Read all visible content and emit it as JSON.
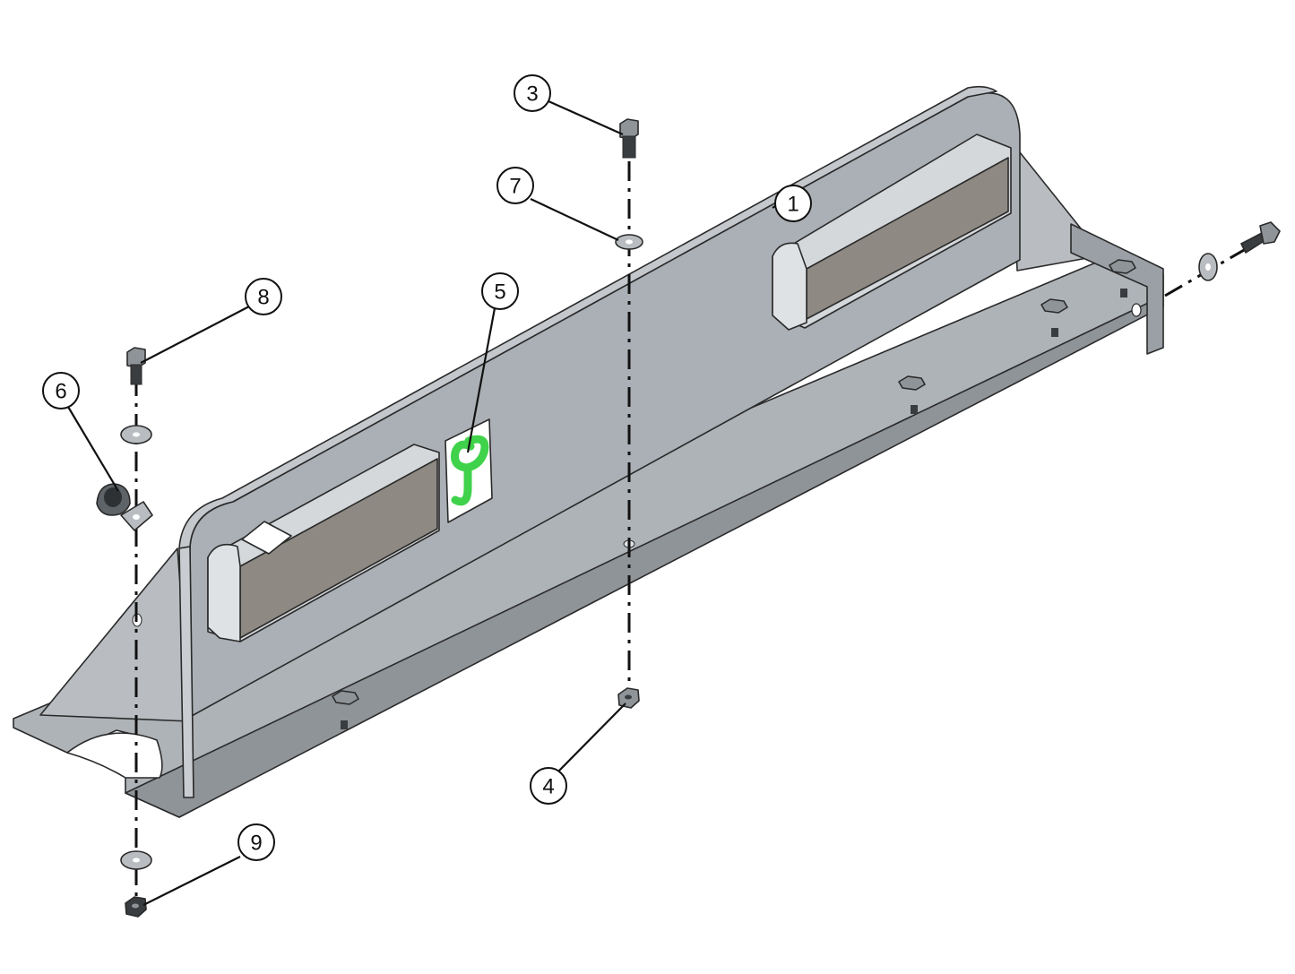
{
  "colors": {
    "body": "#a9aeb3",
    "body_light": "#c4c8cc",
    "body_dark": "#8f9499",
    "pad": "#8e8983",
    "pad_frame": "#d3d6d9",
    "hardware": "#6f7479",
    "label_green": "#3fd24a"
  },
  "callouts": [
    {
      "id": "1",
      "label": "1"
    },
    {
      "id": "3",
      "label": "3"
    },
    {
      "id": "4",
      "label": "4"
    },
    {
      "id": "5",
      "label": "5"
    },
    {
      "id": "6",
      "label": "6"
    },
    {
      "id": "7",
      "label": "7"
    },
    {
      "id": "8",
      "label": "8"
    },
    {
      "id": "9",
      "label": "9"
    }
  ]
}
